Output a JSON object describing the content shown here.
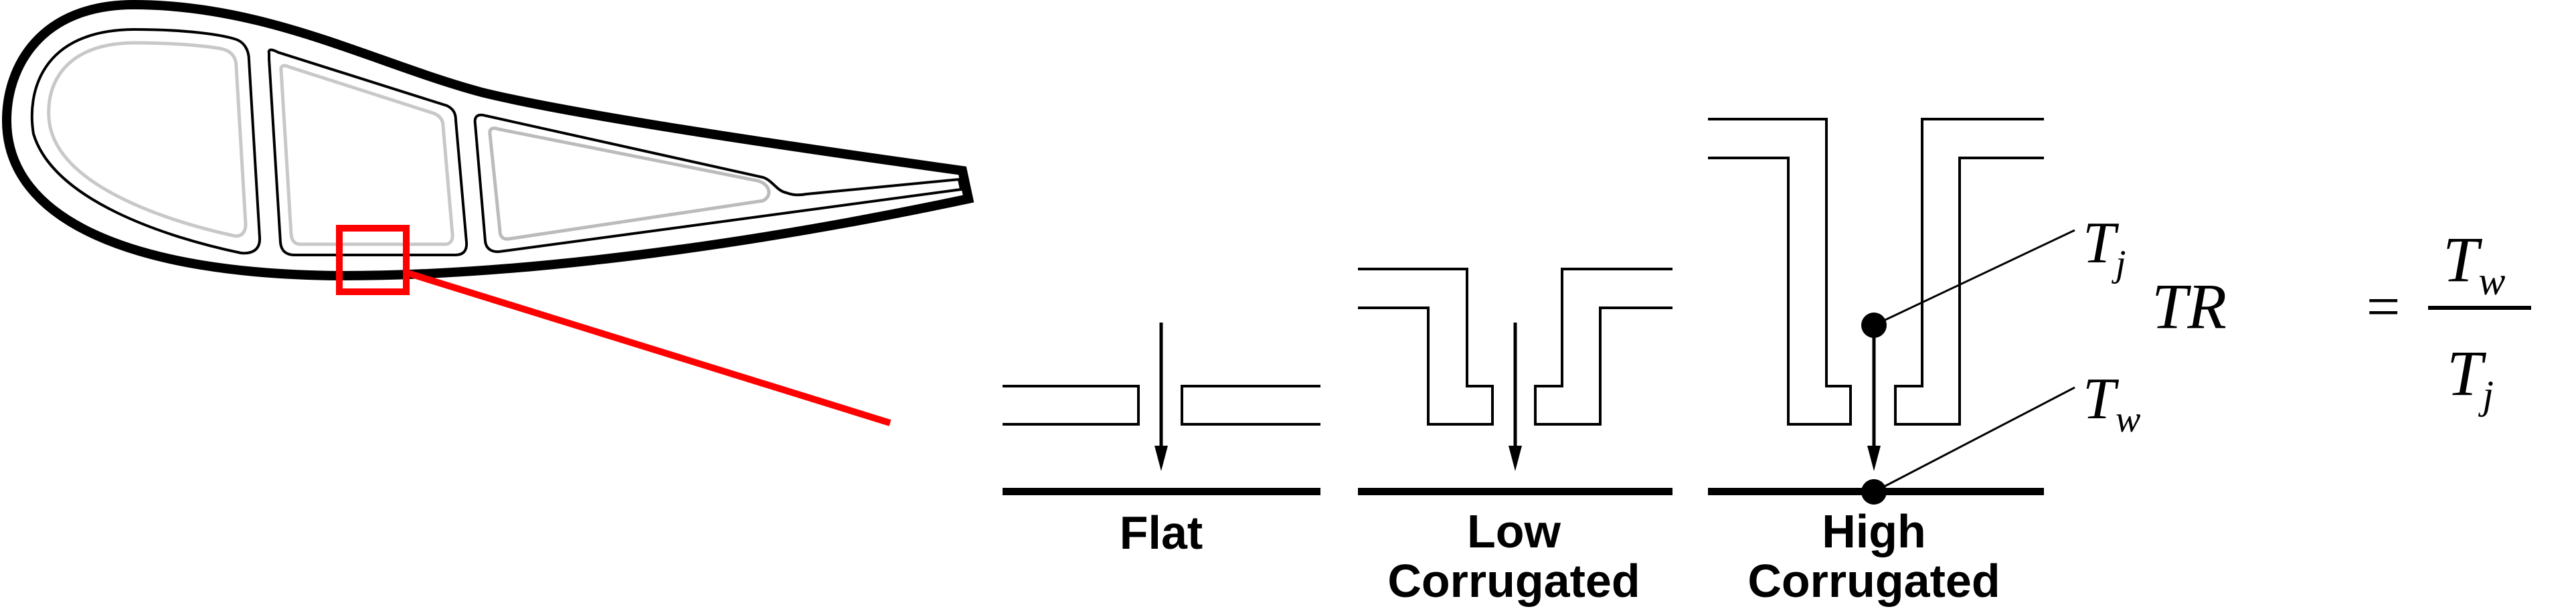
{
  "colors": {
    "ink": "#000000",
    "highlight": "#ff0000",
    "inner_cooling": "#c8c8c8"
  },
  "configurations": [
    {
      "label_line1": "Flat",
      "label_line2": ""
    },
    {
      "label_line1": "Low",
      "label_line2": "Corrugated"
    },
    {
      "label_line1": "High",
      "label_line2": "Corrugated"
    }
  ],
  "annotations": {
    "jet_temp": {
      "base": "T",
      "sub": "j"
    },
    "wall_temp": {
      "base": "T",
      "sub": "w"
    }
  },
  "equation": {
    "lhs": "TR",
    "equals": "=",
    "numerator": {
      "base": "T",
      "sub": "w"
    },
    "denominator": {
      "base": "T",
      "sub": "j"
    }
  }
}
